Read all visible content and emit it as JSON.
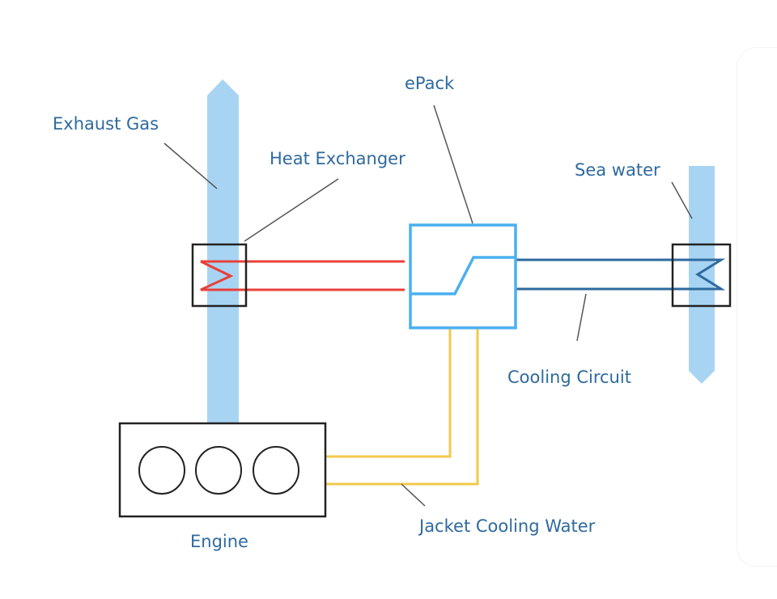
{
  "diagram": {
    "labels": {
      "exhaust_gas": "Exhaust Gas",
      "heat_exchanger": "Heat Exchanger",
      "epack": "ePack",
      "sea_water": "Sea water",
      "cooling_circuit": "Cooling Circuit",
      "jacket_cooling_water": "Jacket Cooling Water",
      "engine": "Engine"
    },
    "colors": {
      "text": "#2e6a9e",
      "exhaust_stream": "#a8d4f3",
      "hot_loop": "#e8403a",
      "cooling_loop": "#2e6a9e",
      "jacket_loop": "#f2c94c",
      "epack_box": "#4ab0ee",
      "outline": "#222222",
      "leader": "#555555"
    },
    "engine_cylinders": 3
  }
}
